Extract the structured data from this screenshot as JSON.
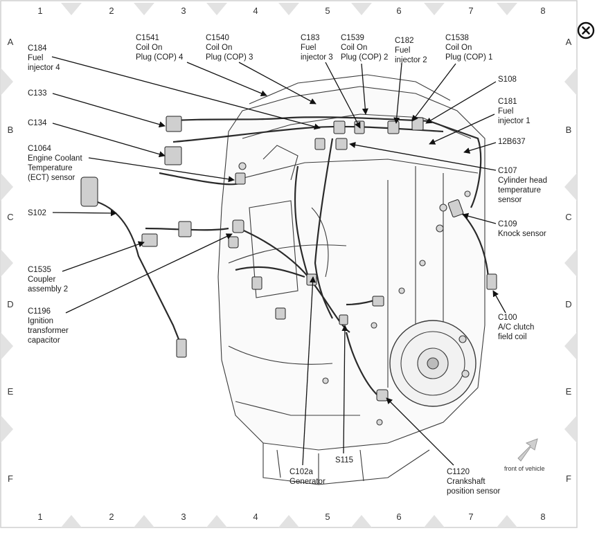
{
  "grid": {
    "columns": [
      "1",
      "2",
      "3",
      "4",
      "5",
      "6",
      "7",
      "8"
    ],
    "rows": [
      "A",
      "B",
      "C",
      "D",
      "E",
      "F"
    ]
  },
  "labels": {
    "c184": [
      "C184",
      "Fuel",
      "injector 4"
    ],
    "c1541": [
      "C1541",
      "Coil On",
      "Plug (COP) 4"
    ],
    "c1540": [
      "C1540",
      "Coil On",
      "Plug (COP) 3"
    ],
    "c183": [
      "C183",
      "Fuel",
      "injector 3"
    ],
    "c1539": [
      "C1539",
      "Coil On",
      "Plug (COP) 2"
    ],
    "c182": [
      "C182",
      "Fuel",
      "injector 2"
    ],
    "c1538": [
      "C1538",
      "Coil On",
      "Plug (COP) 1"
    ],
    "s108": [
      "S108"
    ],
    "c181": [
      "C181",
      "Fuel",
      "injector 1"
    ],
    "c12b637": [
      "12B637"
    ],
    "c133": [
      "C133"
    ],
    "c134": [
      "C134"
    ],
    "c1064": [
      "C1064",
      "Engine Coolant",
      "Temperature",
      "(ECT) sensor"
    ],
    "s102": [
      "S102"
    ],
    "c107": [
      "C107",
      "Cylinder head",
      "temperature",
      "sensor"
    ],
    "c109": [
      "C109",
      "Knock sensor"
    ],
    "c1535": [
      "C1535",
      "Coupler",
      "assembly 2"
    ],
    "c1196": [
      "C1196",
      "Ignition",
      "transformer",
      "capacitor"
    ],
    "c100": [
      "C100",
      "A/C clutch",
      "field coil"
    ],
    "c102a": [
      "C102a",
      "Generator"
    ],
    "s115": [
      "S115"
    ],
    "c1120": [
      "C1120",
      "Crankshaft",
      "position sensor"
    ]
  },
  "front_of_vehicle": "front of vehicle",
  "close_icon": "close-icon"
}
